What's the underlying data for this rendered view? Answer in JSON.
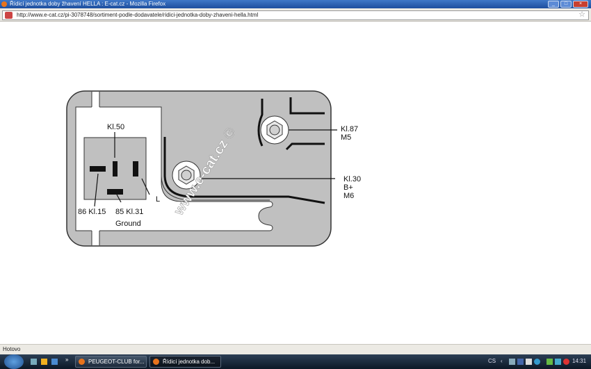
{
  "window": {
    "title": "Řídicí jednotka doby žhavení HELLA : E-cat.cz - Mozilla Firefox"
  },
  "address_bar": {
    "url": "http://www.e-cat.cz/pi-3078748/sortiment-podle-dodavatele/ridici-jednotka-doby-zhaveni-hella.html"
  },
  "diagram": {
    "labels": {
      "kl50": "Kl.50",
      "kl15": "86 Kl.15",
      "kl31": "85 Kl.31",
      "ground": "Ground",
      "l": "L",
      "kl87": "Kl.87",
      "m5": "M5",
      "kl30": "Kl.30",
      "bplus": "B+",
      "m6": "M6"
    },
    "watermark": "www.e-cat.cz ©"
  },
  "status_bar": {
    "text": "Hotovo"
  },
  "taskbar": {
    "overflow": "»",
    "tasks": [
      {
        "label": "PEUGEOT-CLUB for..."
      },
      {
        "label": "Řídicí jednotka dob..."
      }
    ],
    "language": "CS",
    "clock": "14:31"
  }
}
